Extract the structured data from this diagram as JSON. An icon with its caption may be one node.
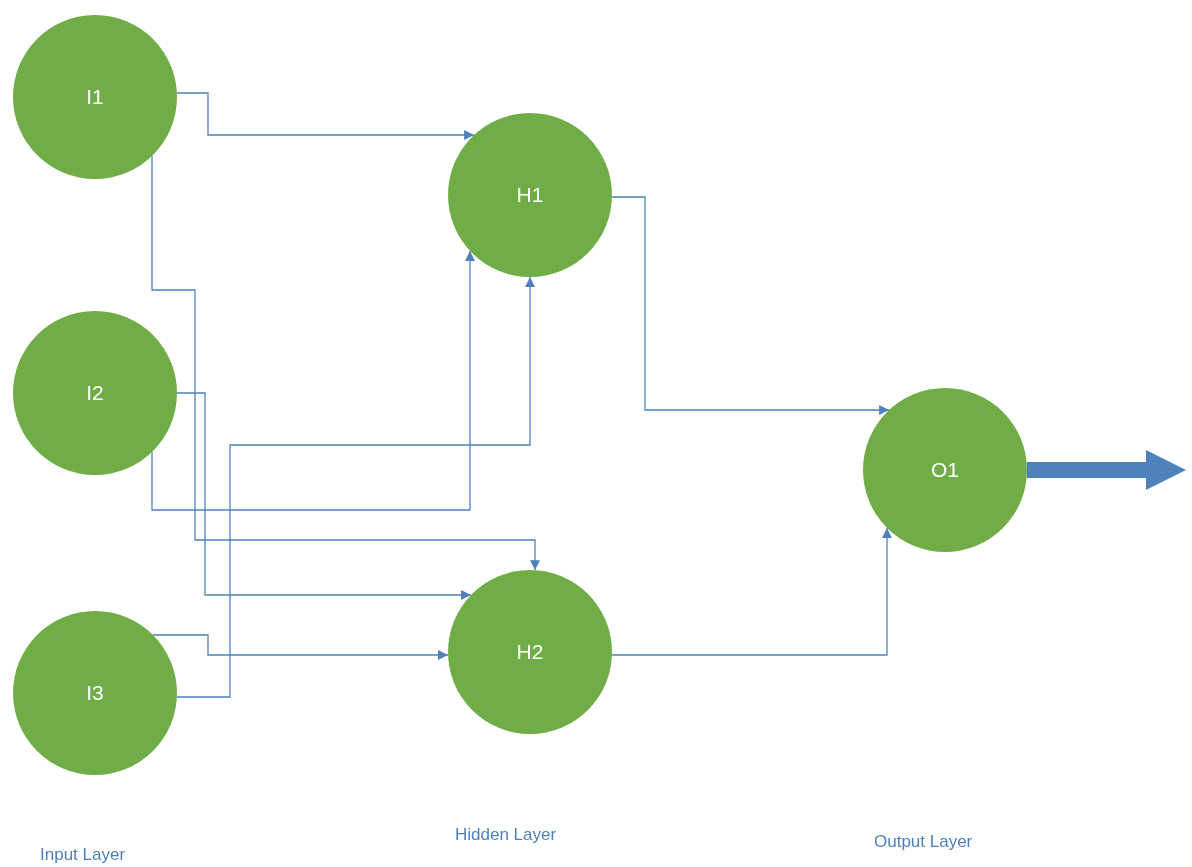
{
  "diagram": {
    "nodes": [
      {
        "text": [
          "I1"
        ]
      },
      {
        "text": [
          "I2"
        ]
      },
      {
        "text": [
          "I3"
        ]
      },
      {
        "text": [
          "H1"
        ]
      },
      {
        "text": [
          "H2"
        ]
      },
      {
        "text": [
          "O1"
        ]
      }
    ],
    "edges": [
      {
        "from": 0,
        "to": 3,
        "arrow": "to"
      },
      {
        "from": 0,
        "to": 4,
        "arrow": "to"
      },
      {
        "from": 1,
        "to": 4,
        "arrow": "to"
      },
      {
        "from": 1,
        "to": 3,
        "arrow": "to"
      },
      {
        "from": 2,
        "to": 4,
        "arrow": "to"
      },
      {
        "from": 2,
        "to": 3,
        "arrow": "to"
      },
      {
        "from": 3,
        "to": 5,
        "arrow": "to"
      },
      {
        "from": 4,
        "to": 5,
        "arrow": "to"
      },
      {
        "from": 5,
        "to": null,
        "arrow": "to",
        "style": "thick"
      }
    ],
    "labels": [
      "Input Layer",
      "Hidden Layer",
      "Output Layer"
    ]
  }
}
